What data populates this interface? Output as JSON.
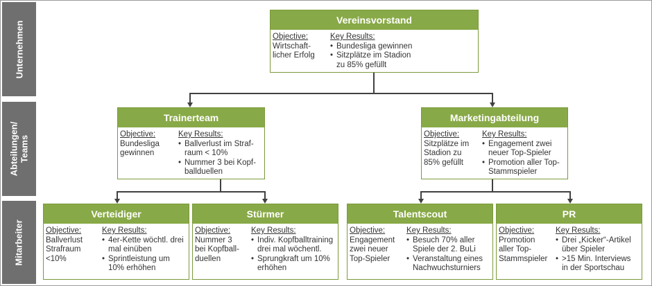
{
  "side_labels": {
    "company": "Unternehmen",
    "departments_line1": "Abteilungen/",
    "departments_line2": "Teams",
    "employees": "Mitarbeiter"
  },
  "labels": {
    "objective": "Objective:",
    "key_results": "Key Results:"
  },
  "boxes": {
    "board": {
      "title": "Vereinsvorstand",
      "objective": [
        "Wirtschaft-",
        "licher Erfolg"
      ],
      "key_results": [
        [
          "Bundesliga gewinnen"
        ],
        [
          "Sitzplätze im Stadion",
          "zu 85% gefüllt"
        ]
      ]
    },
    "coach": {
      "title": "Trainerteam",
      "objective": [
        "Bundesliga",
        "gewinnen"
      ],
      "key_results": [
        [
          "Ballverlust im Straf-",
          "raum < 10%"
        ],
        [
          "Nummer 3 bei Kopf-",
          "ballduellen"
        ]
      ]
    },
    "marketing": {
      "title": "Marketingabteilung",
      "objective": [
        "Sitzplätze im",
        "Stadion zu",
        "85% gefüllt"
      ],
      "key_results": [
        [
          "Engagement zwei",
          "neuer Top-Spieler"
        ],
        [
          "Promotion aller Top-",
          "Stammspieler"
        ]
      ]
    },
    "defender": {
      "title": "Verteidiger",
      "objective": [
        "Ballverlust",
        "Strafraum",
        "<10%"
      ],
      "key_results": [
        [
          "4er-Kette wöchtl. drei",
          "mal einüben"
        ],
        [
          "Sprintleistung um",
          "10% erhöhen"
        ]
      ]
    },
    "striker": {
      "title": "Stürmer",
      "objective": [
        "Nummer 3",
        "bei Kopfball-",
        "duellen"
      ],
      "key_results": [
        [
          "Indiv. Kopfballtraining",
          "drei mal wöchentl."
        ],
        [
          "Sprungkraft um 10%",
          "erhöhen"
        ]
      ]
    },
    "scout": {
      "title": "Talentscout",
      "objective": [
        "Engagement",
        "zwei neuer",
        "Top-Spieler"
      ],
      "key_results": [
        [
          "Besuch 70% aller",
          "Spiele der 2. BuLi"
        ],
        [
          "Veranstaltung eines",
          "Nachwuchsturniers"
        ]
      ]
    },
    "pr": {
      "title": "PR",
      "objective": [
        "Promotion",
        "aller Top-",
        "Stammspieler"
      ],
      "key_results": [
        [
          "Drei „Kicker“-Artikel",
          "über Spieler"
        ],
        [
          ">15 Min. Interviews",
          "in der Sportschau"
        ]
      ]
    }
  }
}
